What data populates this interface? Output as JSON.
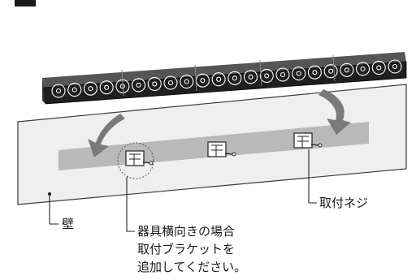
{
  "labels": {
    "wall": "壁",
    "screws": "取付ネジ",
    "note_line1": "器具横向きの場合",
    "note_line2": "取付ブラケットを",
    "note_line3": "追加してください。"
  },
  "icons": {
    "arrows": "curved-arrow-icon",
    "bracket": "mounting-bracket-icon",
    "fixture": "led-light-bar-icon"
  }
}
